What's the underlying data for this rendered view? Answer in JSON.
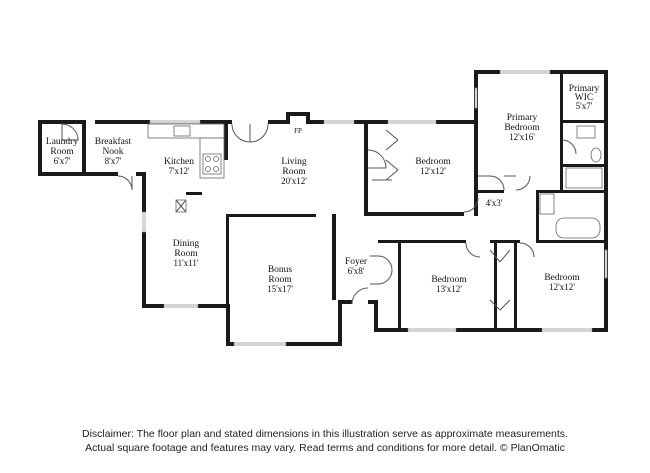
{
  "rooms": {
    "laundry": {
      "name_line1": "Laundry",
      "name_line2": "Room",
      "dims": "6'x7'"
    },
    "breakfast": {
      "name_line1": "Breakfast",
      "name_line2": "Nook",
      "dims": "8'x7'"
    },
    "kitchen": {
      "name": "Kitchen",
      "dims": "7'x12'"
    },
    "living": {
      "name": "Living",
      "name_line2": "Room",
      "dims": "20'x12'"
    },
    "bedroom_top": {
      "name": "Bedroom",
      "dims": "12'x12'"
    },
    "primary_bedroom": {
      "name_line1": "Primary",
      "name_line2": "Bedroom",
      "dims": "12'x16'"
    },
    "primary_wic": {
      "name_line1": "Primary",
      "name_line2": "WIC",
      "dims": "5'x7'"
    },
    "closet_small": {
      "dims": "4'x3'"
    },
    "dining": {
      "name_line1": "Dining",
      "name_line2": "Room",
      "dims": "11'x11'"
    },
    "bonus": {
      "name_line1": "Bonus",
      "name_line2": "Room",
      "dims": "15'x17'"
    },
    "foyer": {
      "name": "Foyer",
      "dims": "6'x8'"
    },
    "bedroom_mid": {
      "name": "Bedroom",
      "dims": "13'x12'"
    },
    "bedroom_right": {
      "name": "Bedroom",
      "dims": "12'x12'"
    }
  },
  "fireplace_label": "FP",
  "disclaimer": {
    "line1": "Disclaimer: The floor plan and stated dimensions in this illustration serve as approximate measurements.",
    "line2": "Actual square footage and features may vary. Read terms and conditions for more detail. © PlanOmatic"
  }
}
